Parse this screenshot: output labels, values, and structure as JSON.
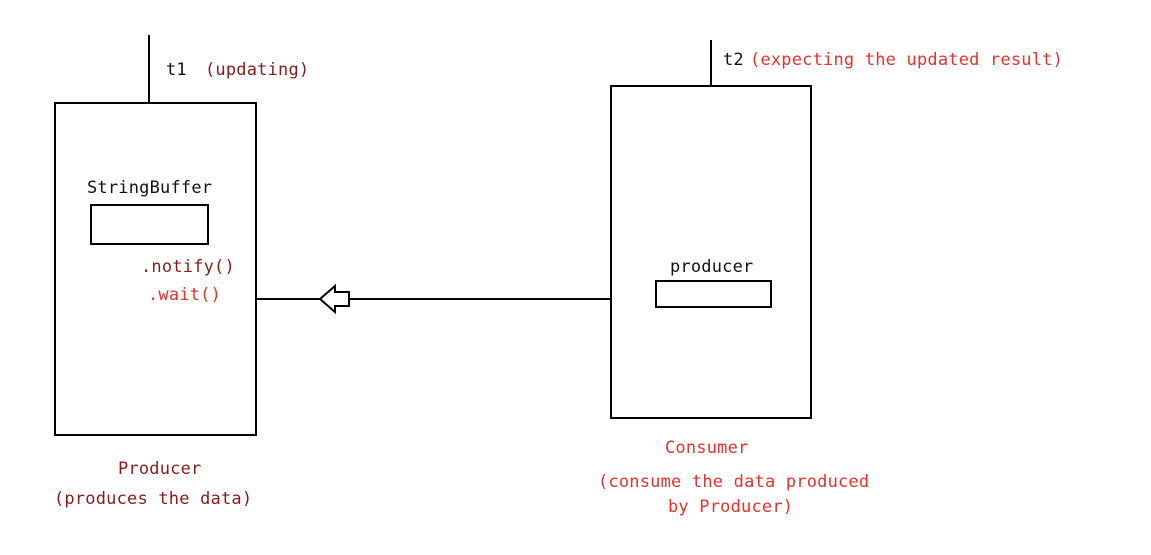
{
  "colors": {
    "line": "#000000",
    "label_dark_red": "#8b1a1a",
    "label_red": "#e8312a",
    "text_black": "#111111"
  },
  "thread_t1": {
    "name": "t1",
    "note": "(updating)"
  },
  "thread_t2": {
    "name": "t2",
    "note": "(expecting the updated result)"
  },
  "producer_box": {
    "field_label": "StringBuffer",
    "method_notify": ".notify()",
    "method_wait": ".wait()",
    "caption": "Producer",
    "caption_detail": "(produces the data)"
  },
  "consumer_box": {
    "field_label": "producer",
    "caption": "Consumer",
    "caption_detail_line1": "(consume the data produced",
    "caption_detail_line2": "by Producer)"
  },
  "arrow": {
    "direction": "consumer-to-producer"
  }
}
